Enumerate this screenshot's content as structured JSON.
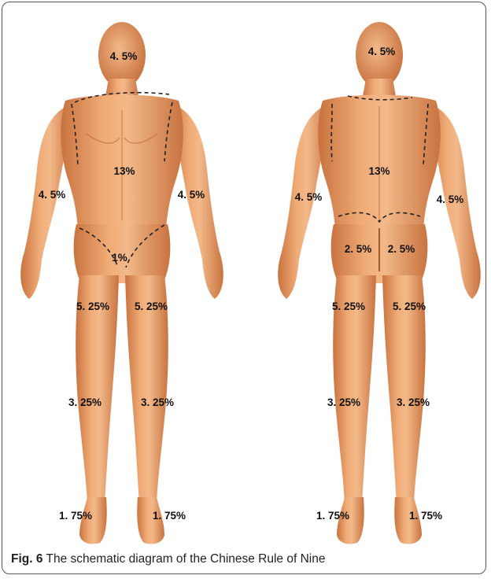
{
  "caption": {
    "fig_label": "Fig. 6",
    "text": "The schematic diagram of the Chinese Rule of Nine"
  },
  "front_labels": {
    "head": "4. 5%",
    "trunk": "13%",
    "arm_left": "4. 5%",
    "arm_right": "4. 5%",
    "genital": "1%",
    "thigh_left": "5. 25%",
    "thigh_right": "5. 25%",
    "leg_left": "3. 25%",
    "leg_right": "3. 25%",
    "foot_left": "1. 75%",
    "foot_right": "1. 75%"
  },
  "back_labels": {
    "head": "4. 5%",
    "trunk": "13%",
    "arm_left": "4. 5%",
    "arm_right": "4. 5%",
    "buttock_left": "2. 5%",
    "buttock_right": "2. 5%",
    "thigh_left": "5. 25%",
    "thigh_right": "5. 25%",
    "leg_left": "3. 25%",
    "leg_right": "3. 25%",
    "foot_left": "1. 75%",
    "foot_right": "1. 75%"
  },
  "colors": {
    "skin": "#e89a62",
    "skin_shade": "#c8733f",
    "skin_light": "#f3b98a",
    "line": "#222222"
  }
}
